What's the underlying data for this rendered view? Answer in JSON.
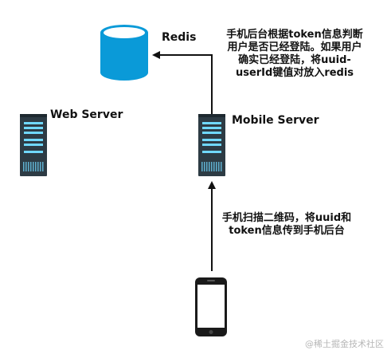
{
  "nodes": {
    "redis": {
      "label": "Redis"
    },
    "web_server": {
      "label": "Web Server"
    },
    "mobile_server": {
      "label": "Mobile Server"
    }
  },
  "notes": {
    "server_note": {
      "line1": "手机后台根据token信息判断",
      "line2": "用户是否已经登陆。如果用户",
      "line3": "确实已经登陆，将uuid-",
      "line4": "userId键值对放入redis"
    },
    "phone_note": {
      "line1": "手机扫描二维码，将uuid和",
      "line2": "token信息传到手机后台"
    }
  },
  "watermark": "@稀土掘金技术社区",
  "colors": {
    "redis": "#0a9ad8",
    "server_dark": "#2d3b44",
    "server_light": "#70d8ff",
    "arrow": "#111111"
  }
}
